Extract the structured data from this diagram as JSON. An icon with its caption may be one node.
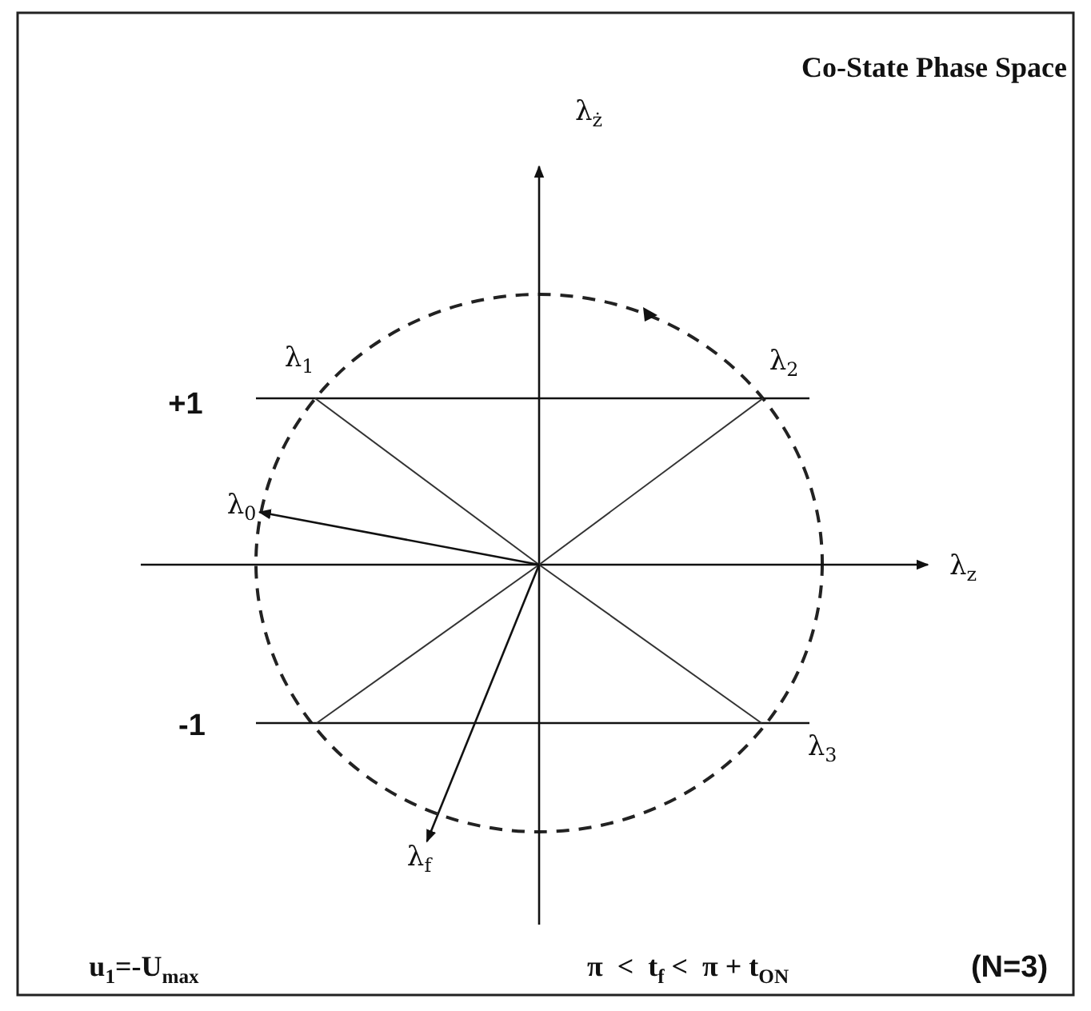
{
  "diagram": {
    "title": "Co-State Phase Space",
    "nodes": [
      {
        "text": [
          "λ$_{0}$"
        ]
      },
      {
        "text": [
          "λ$_{f}$"
        ]
      }
    ],
    "edges": [
      {
        "from": null,
        "to": 0,
        "arrow": "to"
      },
      {
        "from": null,
        "to": 1,
        "arrow": "to"
      }
    ],
    "labels": [
      "λ$_{ż}$",
      "λ$_{1}$",
      "λ$_{2}$",
      "+1",
      "λ$_{z}$",
      "-1",
      "λ$_{3}$",
      "u$_{1}$=-U$_{max}$",
      "π  <  t$_{f}$ <  π + t$_{ON}$",
      "(N=3)"
    ]
  }
}
